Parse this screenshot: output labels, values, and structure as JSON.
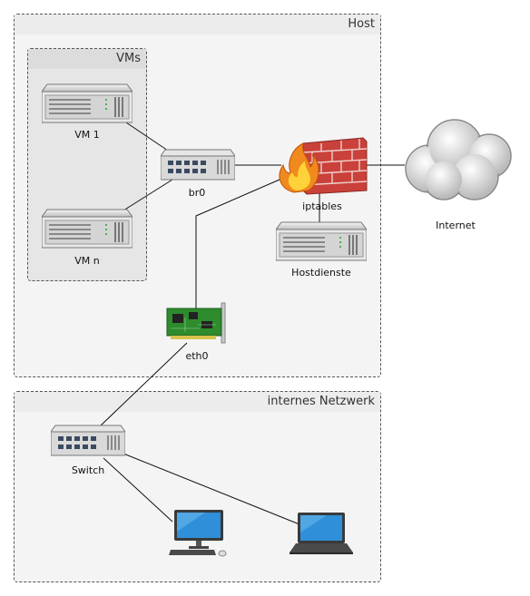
{
  "diagram": {
    "groups": {
      "host": "Host",
      "vms": "VMs",
      "internal_network": "internes Netzwerk"
    },
    "nodes": {
      "vm1": "VM 1",
      "vmn": "VM n",
      "br0": "br0",
      "iptables": "iptables",
      "internet": "Internet",
      "hostdienste": "Hostdienste",
      "eth0": "eth0",
      "switch": "Switch"
    },
    "icons": {
      "server": "server-icon",
      "hub": "network-switch-icon",
      "firewall": "firewall-icon",
      "cloud": "cloud-icon",
      "nic": "network-card-icon",
      "desktop": "desktop-computer-icon",
      "laptop": "laptop-icon"
    },
    "colors": {
      "group_fill": "#f2f2f2",
      "vms_fill": "#e4e4e4",
      "firewall_brick": "#c9413a",
      "nic_board": "#2e8b2e",
      "screen_blue": "#2f8fd8"
    }
  }
}
